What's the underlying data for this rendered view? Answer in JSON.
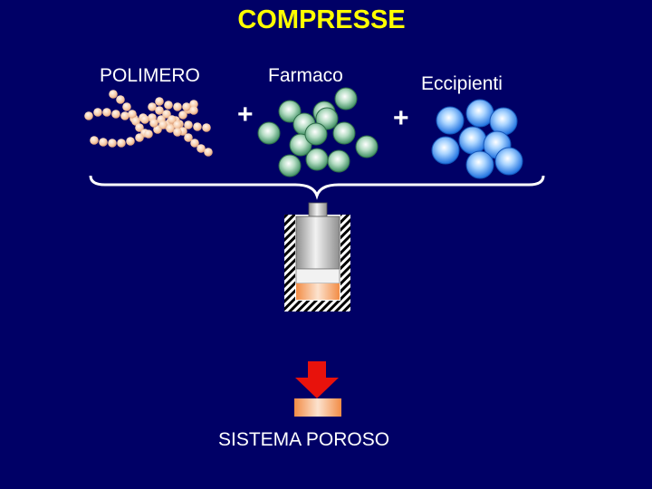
{
  "title": "COMPRESSE",
  "labels": {
    "polymer": "POLIMERO",
    "drug": "Farmaco",
    "excipients": "Eccipienti",
    "plus_1": "+",
    "plus_2": "+",
    "result": "SISTEMA POROSO"
  },
  "colors": {
    "background": "#000066",
    "title": "#FFFF00",
    "text": "#FFFFFF",
    "polymer_bead": "#F5C9A6",
    "drug_particle": "#6FB88F",
    "excipient_particle": "#5AA7FF",
    "arrow": "#E8120C",
    "tablet": "#F7A86C"
  },
  "icons": {
    "polymer": "polymer-chain-icon",
    "drug": "drug-particles-icon",
    "excipients": "excipient-particles-icon",
    "brace": "grouping-brace-icon",
    "press": "tablet-press-die-icon",
    "arrow": "down-arrow-icon",
    "tablet": "porous-tablet-icon"
  }
}
